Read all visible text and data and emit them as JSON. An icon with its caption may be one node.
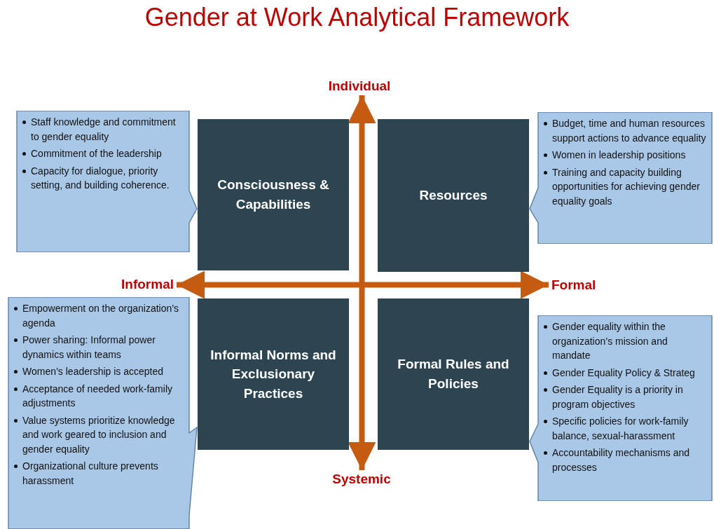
{
  "diagram": {
    "title": "Gender at Work Analytical Framework",
    "nodes": [
      {
        "text": [
          "Individual"
        ]
      },
      {
        "text": [
          "Staff knowledge and commitment to gender equality",
          "Commitment of the leadership",
          "Capacity for dialogue, priority setting, and building coherence."
        ]
      },
      {
        "text": [
          "Consciousness & Capabilities"
        ]
      },
      {
        "text": [
          "Resources"
        ]
      },
      {
        "text": [
          "Budget, time and human resources support actions to advance equality",
          "Women in leadership positions",
          "Training and capacity building opportunities for achieving gender equality goals"
        ]
      },
      {
        "text": [
          "Informal"
        ]
      },
      {
        "text": [
          "Formal"
        ]
      },
      {
        "text": [
          "Empowerment on the organization’s agenda",
          "Power sharing:  Informal power dynamics within teams",
          "Women’s leadership is accepted",
          "Acceptance of needed work-family adjustments",
          "Value systems prioritize knowledge and work geared to inclusion and gender equality",
          "Organizational culture prevents harassment"
        ]
      },
      {
        "text": [
          "Informal Norms and Exclusionary Practices"
        ]
      },
      {
        "text": [
          "Formal Rules and Policies"
        ]
      },
      {
        "text": [
          "Gender equality within the organization’s mission and mandate",
          "Gender Equality Policy & Strateg",
          "Gender Equality is a priority in program objectives",
          "Specific policies for work-family balance, sexual-harassment",
          "Accountability mechanisms and processes"
        ]
      },
      {
        "text": [
          "Systemic"
        ]
      }
    ],
    "edges": [
      {
        "from": 0,
        "to": 11,
        "arrow": "both"
      },
      {
        "from": 5,
        "to": 6,
        "arrow": "both"
      }
    ]
  }
}
